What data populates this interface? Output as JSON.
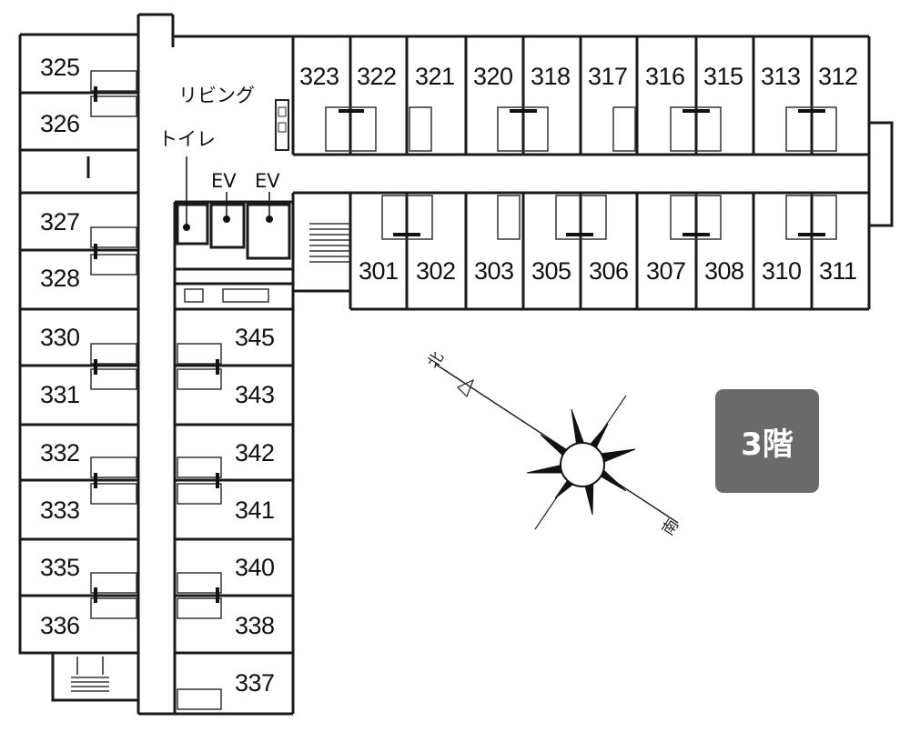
{
  "floor_label": "3階",
  "areas": {
    "living": "リビング",
    "toilet": "トイレ",
    "ev1": "EV",
    "ev2": "EV"
  },
  "compass": {
    "north": "北",
    "south": "南"
  },
  "rooms": {
    "r325": "325",
    "r326": "326",
    "r327": "327",
    "r328": "328",
    "r330": "330",
    "r331": "331",
    "r332": "332",
    "r333": "333",
    "r335": "335",
    "r336": "336",
    "r345": "345",
    "r343": "343",
    "r342": "342",
    "r341": "341",
    "r340": "340",
    "r338": "338",
    "r337": "337",
    "r323": "323",
    "r322": "322",
    "r321": "321",
    "r320": "320",
    "r318": "318",
    "r317": "317",
    "r316": "316",
    "r315": "315",
    "r313": "313",
    "r312": "312",
    "r301": "301",
    "r302": "302",
    "r303": "303",
    "r305": "305",
    "r306": "306",
    "r307": "307",
    "r308": "308",
    "r310": "310",
    "r311": "311"
  }
}
